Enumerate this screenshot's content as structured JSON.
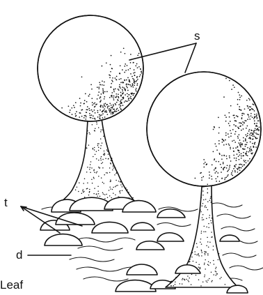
{
  "labels": {
    "s": "s",
    "t": "t",
    "d": "d",
    "leaf": "Leaf"
  },
  "colors": {
    "ink": "#111111",
    "paper": "#ffffff"
  }
}
